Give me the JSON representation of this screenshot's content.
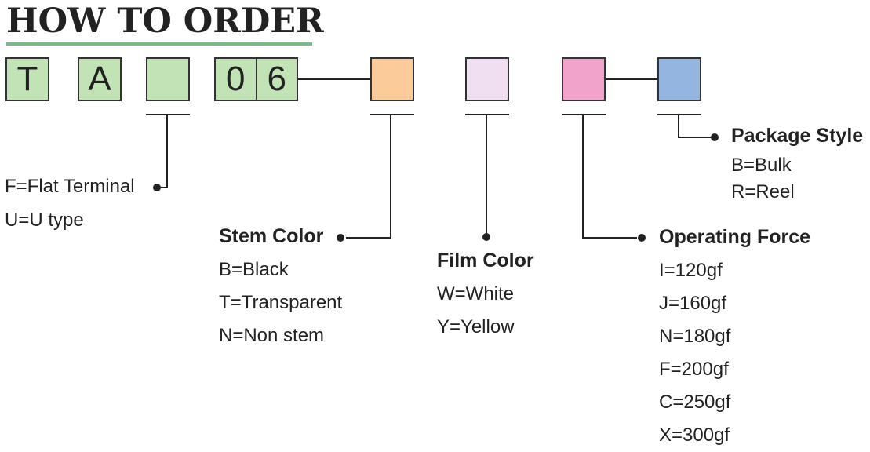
{
  "title": "HOW TO ORDER",
  "colors": {
    "underline": "#7db98a",
    "green_box": "#c1e3b5",
    "stem_box": "#fbcc9a",
    "film_box": "#efdff0",
    "force_box": "#f1a3cb",
    "package_box": "#94b5e0",
    "line": "#222222"
  },
  "code_boxes": [
    {
      "char": "T"
    },
    {
      "char": "A"
    },
    {
      "char": ""
    },
    {
      "chars": [
        "0",
        "6"
      ]
    },
    {
      "char": ""
    },
    {
      "char": ""
    },
    {
      "char": ""
    },
    {
      "char": ""
    }
  ],
  "terminal": {
    "options": [
      "F=Flat Terminal",
      "U=U type"
    ]
  },
  "stem_color": {
    "heading": "Stem Color",
    "options": [
      "B=Black",
      "T=Transparent",
      "N=Non stem"
    ]
  },
  "film_color": {
    "heading": "Film Color",
    "options": [
      "W=White",
      "Y=Yellow"
    ]
  },
  "operating_force": {
    "heading": "Operating Force",
    "options": [
      "I=120gf",
      "J=160gf",
      "N=180gf",
      "F=200gf",
      "C=250gf",
      "X=300gf"
    ]
  },
  "package_style": {
    "heading": "Package Style",
    "options": [
      "B=Bulk",
      "R=Reel"
    ]
  }
}
